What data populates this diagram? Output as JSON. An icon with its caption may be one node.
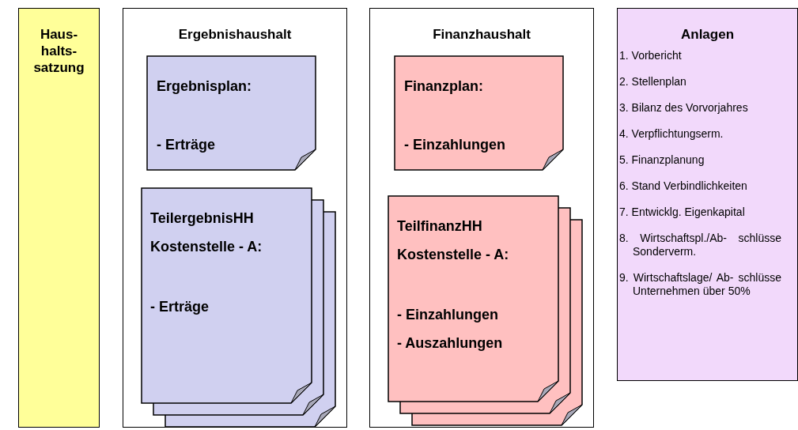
{
  "diagram": {
    "nodes": [
      {
        "text": [
          "Haus- halts- satzung"
        ]
      },
      {
        "text": [
          "Ergebnishaushalt"
        ]
      },
      {
        "text": [
          "Ergebnisplan:",
          "- Erträge"
        ],
        "in": 1
      },
      {
        "text": [
          "TeilergebnisHH",
          "Kostenstelle - A:",
          "- Erträge"
        ],
        "in": 1
      },
      {
        "text": [
          "Finanzhaushalt"
        ]
      },
      {
        "text": [
          "Finanzplan:",
          "- Einzahlungen"
        ],
        "in": 4
      },
      {
        "text": [
          "TeilfinanzHH",
          "Kostenstelle - A:",
          "- Einzahlungen",
          "- Auszahlungen"
        ],
        "in": 4
      },
      {
        "text": [
          "Anlagen",
          "1. Vorbericht",
          "2. Stellenplan",
          "3. Bilanz des Vorvorjahres",
          "4. Verpflichtungserm.",
          "5. Finanzplanung",
          "6. Stand Verbindlichkeiten",
          "7. Entwicklg. Eigenkapital",
          "8. Wirtschaftspl./Ab- schlüsse Sonderverm.",
          "9. Wirtschaftslage/ Ab- schlüsse Unternehmen über 50%"
        ]
      }
    ]
  }
}
